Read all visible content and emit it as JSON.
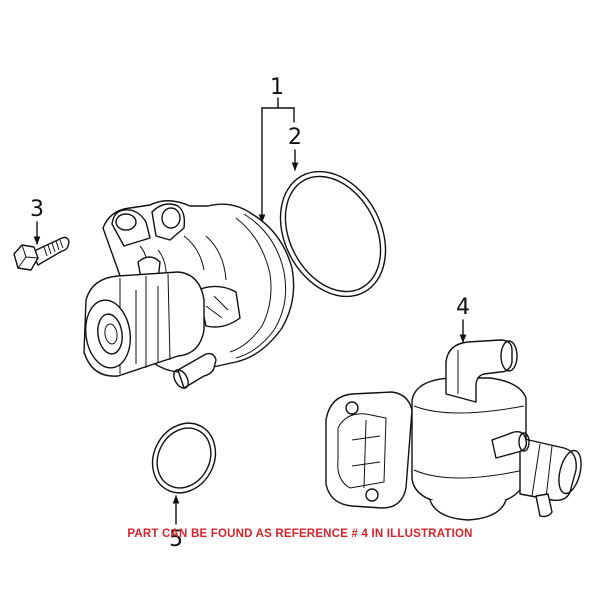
{
  "diagram": {
    "callouts": [
      "1",
      "2",
      "3",
      "4",
      "5"
    ],
    "note": "PART CAN BE FOUND AS REFERENCE # 4 IN ILLUSTRATION",
    "note_color": "#d8232a"
  }
}
